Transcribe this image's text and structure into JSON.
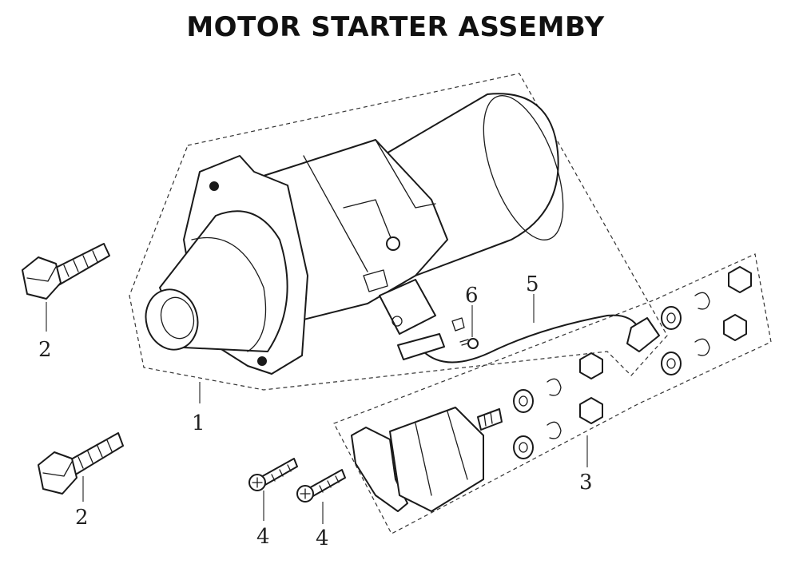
{
  "title": "MOTOR STARTER ASSEMBY",
  "callouts": [
    {
      "id": "c1",
      "label": "1"
    },
    {
      "id": "c2a",
      "label": "2"
    },
    {
      "id": "c2b",
      "label": "2"
    },
    {
      "id": "c3",
      "label": "3"
    },
    {
      "id": "c4a",
      "label": "4"
    },
    {
      "id": "c4b",
      "label": "4"
    },
    {
      "id": "c5",
      "label": "5"
    },
    {
      "id": "c6",
      "label": "6"
    }
  ]
}
